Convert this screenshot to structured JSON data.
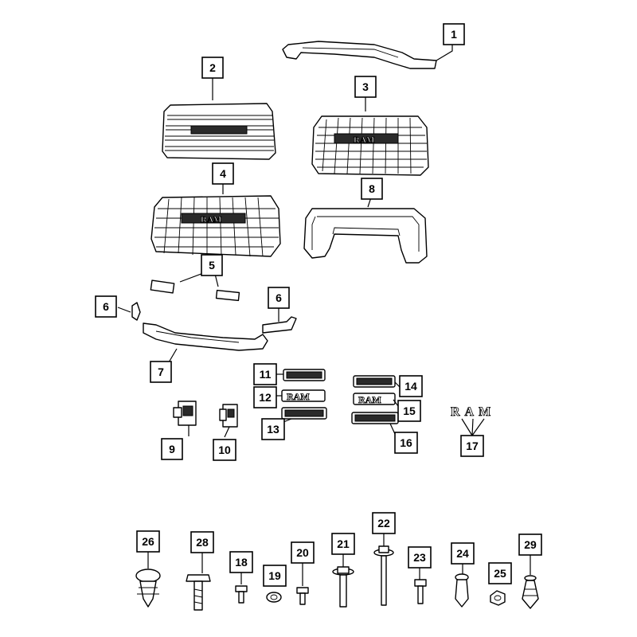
{
  "callouts": [
    "1",
    "2",
    "3",
    "4",
    "5",
    "6",
    "6",
    "7",
    "8",
    "9",
    "10",
    "11",
    "12",
    "13",
    "14",
    "15",
    "16",
    "17",
    "18",
    "19",
    "20",
    "21",
    "22",
    "23",
    "24",
    "25",
    "26",
    "28",
    "29"
  ],
  "emblem_text": "RAM",
  "grille_badge_text": "RAM"
}
